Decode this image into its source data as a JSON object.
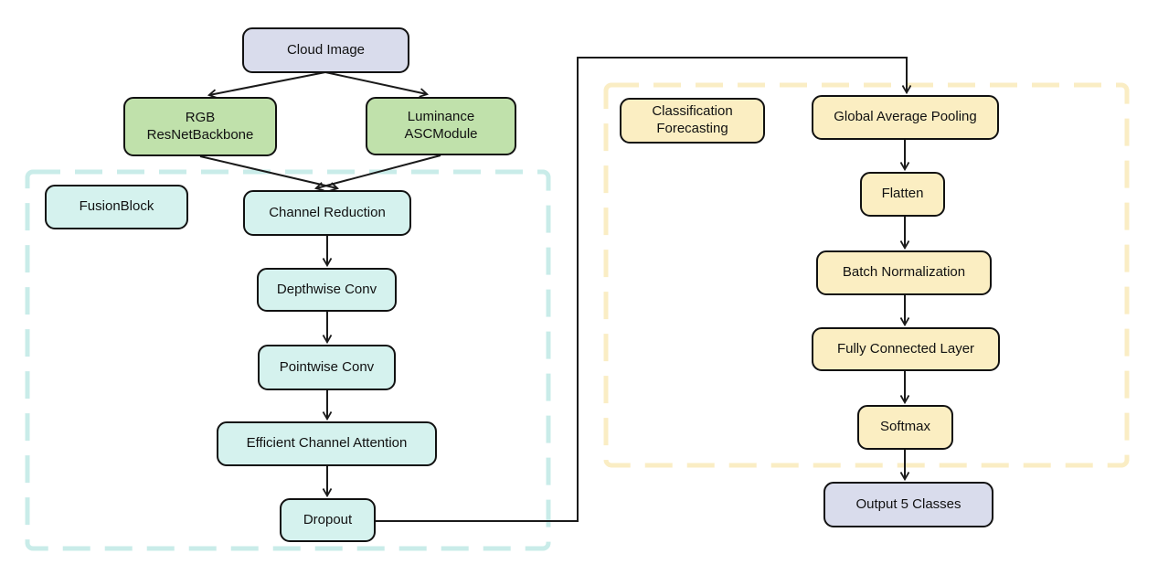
{
  "diagram": {
    "nodes": {
      "cloud_image": {
        "label": "Cloud Image"
      },
      "rgb_backbone": {
        "label": "RGB\nResNetBackbone"
      },
      "luminance_asc": {
        "label": "Luminance\nASCModule"
      },
      "fusion_block": {
        "label": "FusionBlock"
      },
      "channel_reduction": {
        "label": "Channel Reduction"
      },
      "depthwise_conv": {
        "label": "Depthwise Conv"
      },
      "pointwise_conv": {
        "label": "Pointwise Conv"
      },
      "efficient_channel_attention": {
        "label": "Efficient Channel Attention"
      },
      "dropout": {
        "label": "Dropout"
      },
      "classification_forecasting": {
        "label": "Classification\nForecasting"
      },
      "global_average_pooling": {
        "label": "Global Average Pooling"
      },
      "flatten": {
        "label": "Flatten"
      },
      "batch_normalization": {
        "label": "Batch Normalization"
      },
      "fully_connected_layer": {
        "label": "Fully Connected Layer"
      },
      "softmax": {
        "label": "Softmax"
      },
      "output_classes": {
        "label": "Output 5 Classes"
      }
    },
    "edges": [
      {
        "from": "cloud_image",
        "to": "rgb_backbone"
      },
      {
        "from": "cloud_image",
        "to": "luminance_asc"
      },
      {
        "from": "rgb_backbone",
        "to": "channel_reduction"
      },
      {
        "from": "luminance_asc",
        "to": "channel_reduction"
      },
      {
        "from": "channel_reduction",
        "to": "depthwise_conv"
      },
      {
        "from": "depthwise_conv",
        "to": "pointwise_conv"
      },
      {
        "from": "pointwise_conv",
        "to": "efficient_channel_attention"
      },
      {
        "from": "efficient_channel_attention",
        "to": "dropout"
      },
      {
        "from": "dropout",
        "to": "global_average_pooling"
      },
      {
        "from": "global_average_pooling",
        "to": "flatten"
      },
      {
        "from": "flatten",
        "to": "batch_normalization"
      },
      {
        "from": "batch_normalization",
        "to": "fully_connected_layer"
      },
      {
        "from": "fully_connected_layer",
        "to": "softmax"
      },
      {
        "from": "softmax",
        "to": "output_classes"
      }
    ],
    "regions": {
      "fusion_region": "FusionBlock group",
      "classification_region": "Classification Forecasting group"
    },
    "colors": {
      "input_output_fill": "#d9dcec",
      "branch_fill": "#c0e1ab",
      "fusion_fill": "#d5f2ee",
      "classification_fill": "#fbeec2",
      "fusion_region_border": "#c9ece9",
      "classification_region_border": "#faedc4",
      "line": "#1a1a1a"
    }
  }
}
